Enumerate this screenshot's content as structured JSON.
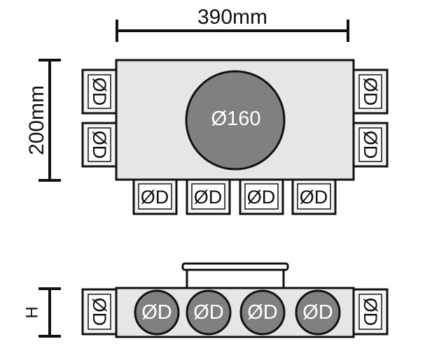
{
  "dimensions": {
    "width_label": "390mm",
    "height_label": "200mm",
    "side_height_label": "H"
  },
  "top_view": {
    "main_outlet_label": "Ø160",
    "port_label": "ØD"
  },
  "side_view": {
    "port_label": "ØD"
  },
  "colors": {
    "stroke": "#111111",
    "box_fill": "#e6e6e6",
    "port_fill": "#f4f4f4",
    "circle_fill": "#808080",
    "circle_text": "#ffffff"
  }
}
